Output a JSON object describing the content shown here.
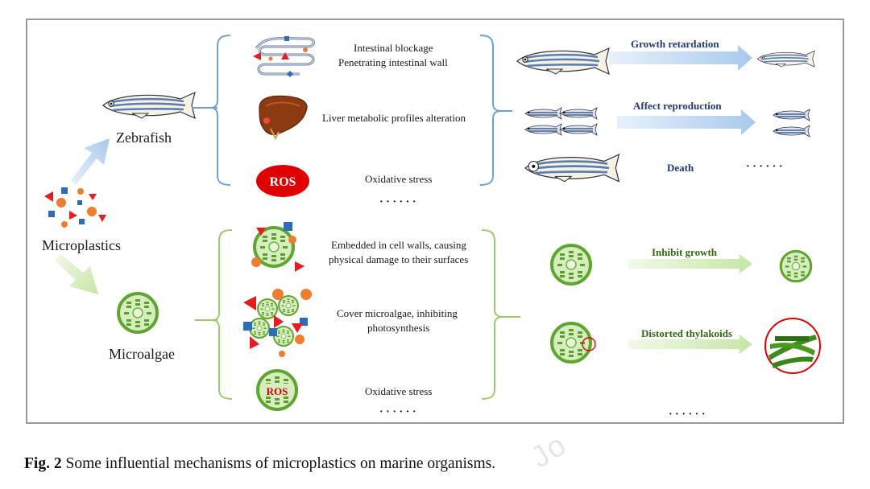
{
  "diagram": {
    "microplastics_label": "Microplastics",
    "zebrafish_label": "Zebrafish",
    "microalgae_label": "Microalgae",
    "zebrafish_mechanisms": [
      {
        "line1": "Intestinal blockage",
        "line2": "Penetrating intestinal wall",
        "icon": "intestine-icon"
      },
      {
        "line1": "Liver metabolic profiles alteration",
        "line2": "",
        "icon": "liver-icon"
      },
      {
        "line1": "Oxidative stress",
        "line2": "",
        "icon": "ros-icon",
        "badge": "ROS"
      }
    ],
    "zebrafish_ellipsis": "· · · · · ·",
    "zebrafish_effects": [
      {
        "label": "Growth retardation",
        "icon": "small-fish-icon"
      },
      {
        "label": "Affect reproduction",
        "icon": "fish-school-icon"
      },
      {
        "label": "Death",
        "icon": "dead-fish-icon"
      }
    ],
    "zebrafish_effects_ellipsis": "· · · · · ·",
    "microalgae_mechanisms": [
      {
        "line1": "Embedded in cell walls, causing",
        "line2": "physical damage to their surfaces",
        "icon": "algae-embedded-icon"
      },
      {
        "line1": "Cover microalgae, inhibiting",
        "line2": "photosynthesis",
        "icon": "algae-covered-icon"
      },
      {
        "line1": "Oxidative stress",
        "line2": "",
        "icon": "algae-ros-icon",
        "badge": "ROS"
      }
    ],
    "microalgae_ellipsis": "· · · · · ·",
    "microalgae_effects": [
      {
        "label": "Inhibit growth",
        "icon": "small-algae-icon"
      },
      {
        "label": "Distorted thylakoids",
        "icon": "thylakoid-icon"
      }
    ],
    "microalgae_effects_ellipsis": "· · · · · ·"
  },
  "caption": {
    "label": "Fig. 2",
    "text": " Some influential mechanisms of microplastics on marine organisms."
  },
  "watermark": "Jo",
  "colors": {
    "frame": "#9a9a9a",
    "zebrafish_brace": "#6f9fd8",
    "microalgae_brace": "#9ccc6a",
    "ros_red": "#e00000",
    "algae_green": "#6fb33c",
    "algae_fill": "#d7ecbf",
    "arrow_blue": "#b8d4f0",
    "arrow_green": "#cfe9b0",
    "fish_blue": "#5b7fb5",
    "plastic_red": "#e41e1e",
    "plastic_blue": "#2e6db4",
    "plastic_orange": "#ee7d2f"
  }
}
